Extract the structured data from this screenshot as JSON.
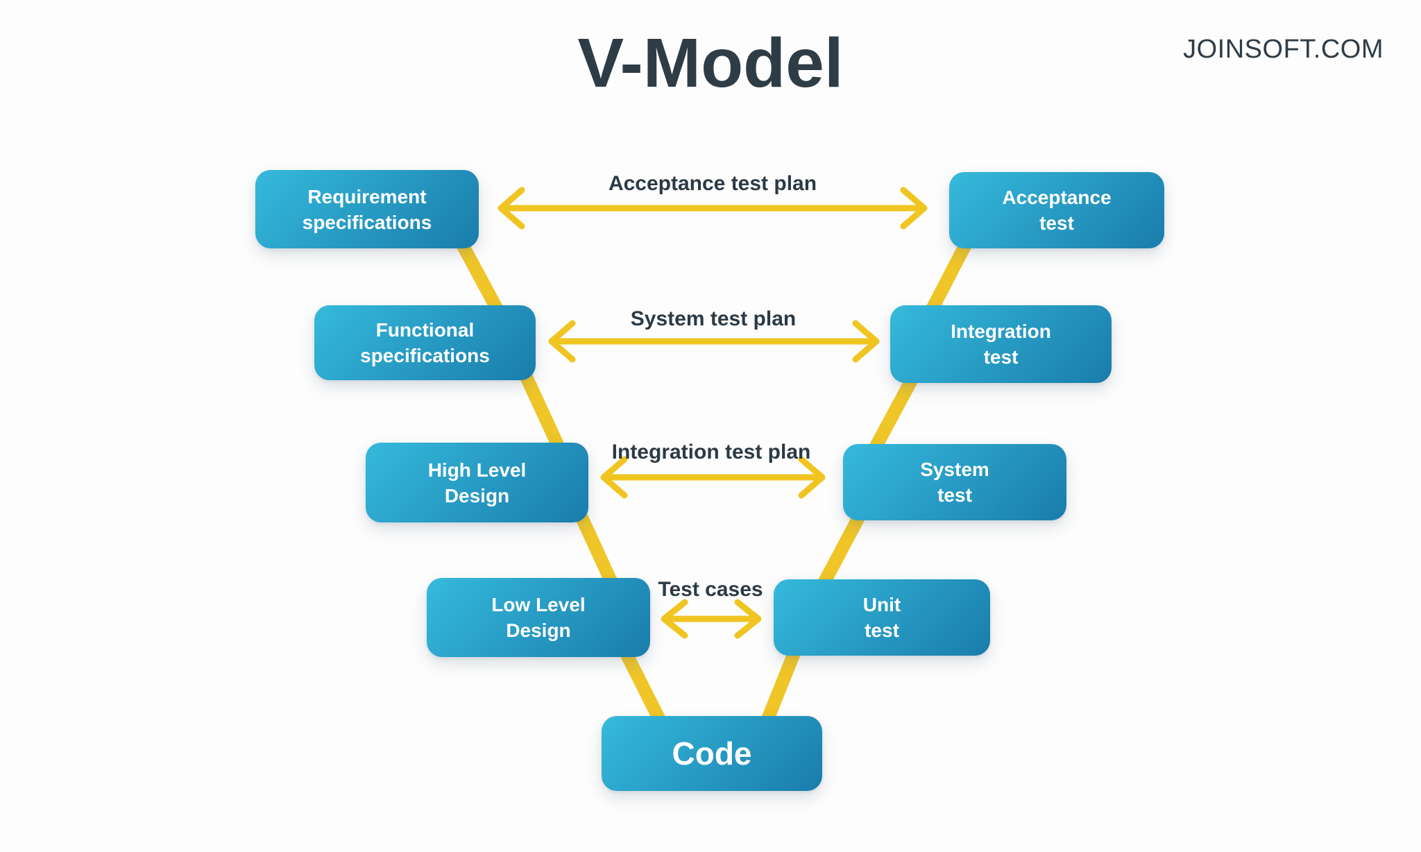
{
  "header": {
    "title": "V-Model",
    "brand": "JOINSOFT.COM"
  },
  "colors": {
    "background": "#fdfdfd",
    "title_color": "#2e3c46",
    "label_color": "#2b3a44",
    "box_gradient_start": "#35badc",
    "box_gradient_end": "#1a7cab",
    "connector_yellow": "#efc527",
    "arrow_yellow": "#f0c521",
    "box_text_color": "#ffffff"
  },
  "boxes": {
    "requirement": {
      "line1": "Requirement",
      "line2": "specifications"
    },
    "functional": {
      "line1": "Functional",
      "line2": "specifications"
    },
    "high_level": {
      "line1": "High Level",
      "line2": "Design"
    },
    "low_level": {
      "line1": "Low Level",
      "line2": "Design"
    },
    "code": {
      "line1": "Code"
    },
    "acceptance": {
      "line1": "Acceptance",
      "line2": "test"
    },
    "integration": {
      "line1": "Integration",
      "line2": "test"
    },
    "system": {
      "line1": "System",
      "line2": "test"
    },
    "unit": {
      "line1": "Unit",
      "line2": "test"
    }
  },
  "plan_labels": {
    "acceptance": "Acceptance test plan",
    "system": "System test plan",
    "integration": "Integration test plan",
    "test_cases": "Test cases"
  }
}
